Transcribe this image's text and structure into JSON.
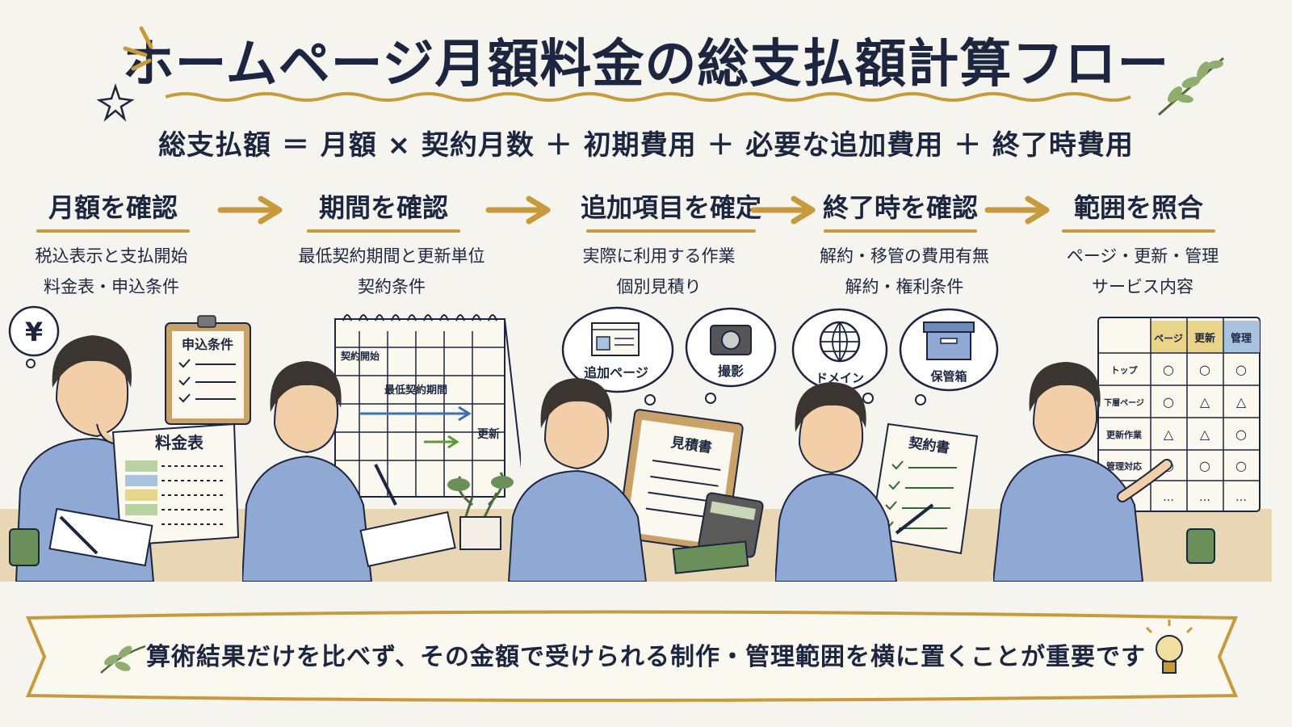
{
  "title": "ホームページ月額料金の総支払額計算フロー",
  "formula": "総支払額 ＝ 月額 × 契約月数 ＋ 初期費用 ＋ 必要な追加費用 ＋ 終了時費用",
  "steps": [
    {
      "title": "月額を確認",
      "desc1": "税込表示と支払開始",
      "desc2": "料金表・申込条件"
    },
    {
      "title": "期間を確認",
      "desc1": "最低契約期間と更新単位",
      "desc2": "契約条件"
    },
    {
      "title": "追加項目を確定",
      "desc1": "実際に利用する作業",
      "desc2": "個別見積り"
    },
    {
      "title": "終了時を確認",
      "desc1": "解約・移管の費用有無",
      "desc2": "解約・権利条件"
    },
    {
      "title": "範囲を照合",
      "desc1": "ページ・更新・管理",
      "desc2": "サービス内容"
    }
  ],
  "scene1": {
    "yen": "¥",
    "clipboard": "申込条件",
    "pricelist": "料金表"
  },
  "scene2": {
    "start": "契約開始",
    "period": "最低契約期間",
    "renew": "更新"
  },
  "scene3": {
    "bubble1": "追加ページ",
    "bubble2": "撮影",
    "clipboard": "見積書"
  },
  "scene4": {
    "bubble1": "ドメイン",
    "bubble2": "保管箱",
    "doc": "契約書"
  },
  "scene5": {
    "headers": [
      "ページ",
      "更新",
      "管理"
    ],
    "rows": [
      {
        "label": "トップ",
        "cells": [
          "○",
          "○",
          "○"
        ]
      },
      {
        "label": "下層ページ",
        "cells": [
          "○",
          "△",
          "△"
        ]
      },
      {
        "label": "更新作業",
        "cells": [
          "△",
          "△",
          "○"
        ]
      },
      {
        "label": "管理対応",
        "cells": [
          "○",
          "○",
          "○"
        ]
      },
      {
        "label": "…",
        "cells": [
          "…",
          "…",
          "…"
        ]
      }
    ]
  },
  "banner": "算術結果だけを比べず、その金額で受けられる制作・管理範囲を横に置くことが重要です",
  "colors": {
    "accent": "#c79a3b",
    "navy": "#1c2640",
    "shirt": "#8fa8d4",
    "hair": "#3a3530"
  }
}
